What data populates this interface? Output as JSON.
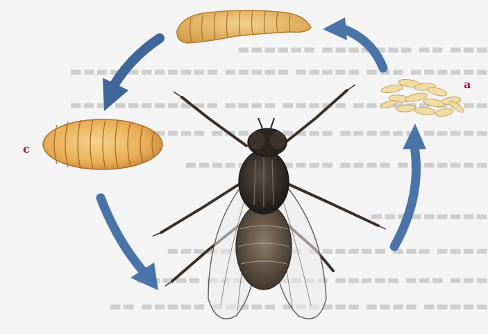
{
  "stage_labels": {
    "a": "a",
    "c": "c"
  },
  "stages": [
    "eggs",
    "larva",
    "pupa",
    "adult-fly"
  ],
  "colors": {
    "arrow_blue": "#4a74a8",
    "label": "#b3124a",
    "larva": "#e2b25a",
    "pupa": "#e9b865",
    "eggs": "#f0d9a0",
    "fly_body": "#2a2420",
    "background": "#f4f4f4"
  },
  "icons": [
    "cycle-arrow"
  ]
}
